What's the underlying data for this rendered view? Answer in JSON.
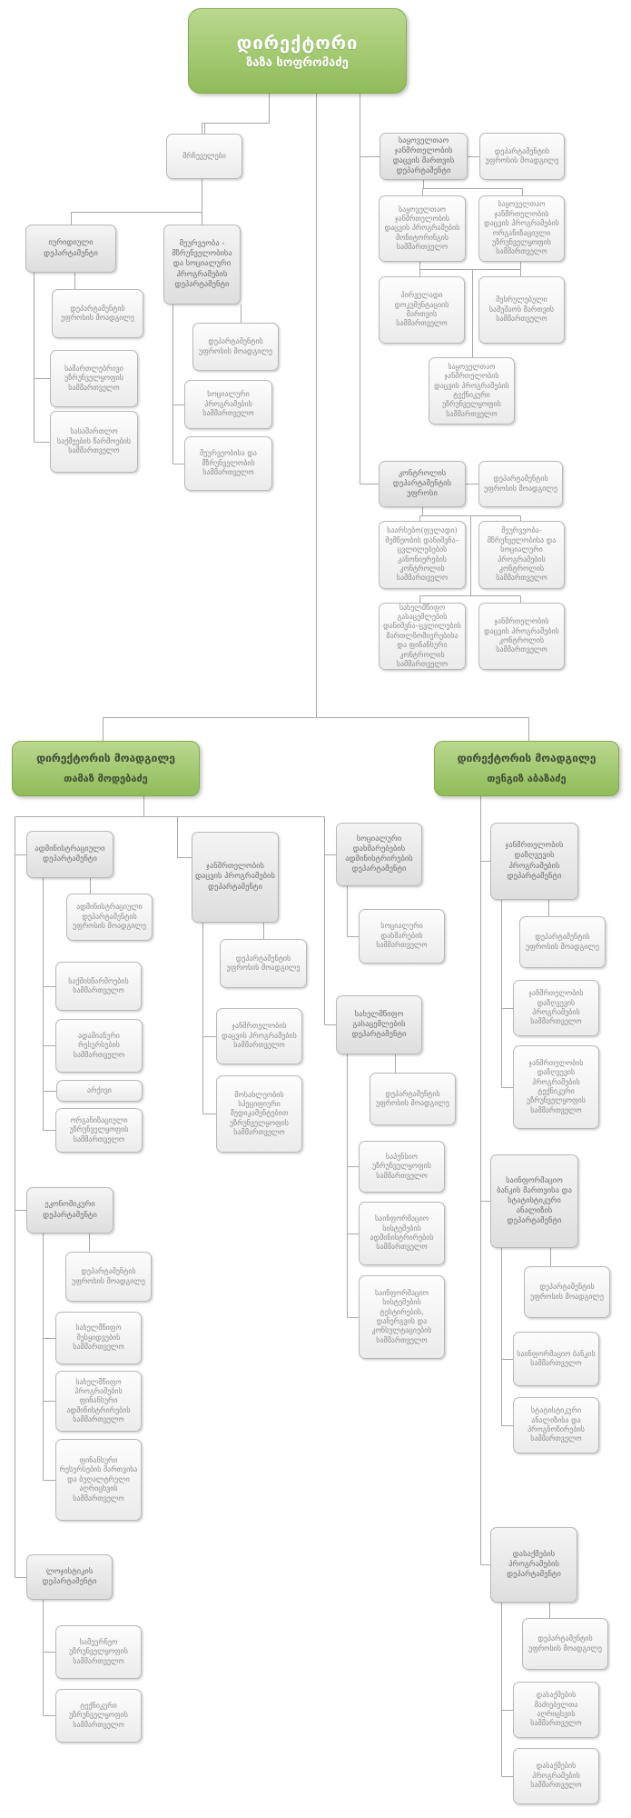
{
  "org_chart": {
    "director": {
      "title": "დირექტორი",
      "name": "ზაზა სოფრომაძე"
    },
    "deputy_left": {
      "title": "დირექტორის მოადგილე",
      "name": "თამაზ მოდებაძე"
    },
    "deputy_right": {
      "title": "დირექტორის მოადგილე",
      "name": "თენგიზ აბაზაძე"
    },
    "nodes": {
      "advisors": "მრჩეველები",
      "deputy_head": "დეპარტამენტის უფროსის მოადგილე",
      "legal_dept": "იურიდიული დეპარტამენტი",
      "legal_support": "სამართლებრივი უზრუნველყოფის სამმართველო",
      "court_cases": "სასამართლო საქმეების წარმოების სამმართველო",
      "guard_dept": "მეურვეობა - მზრუნველობისა და სოციალური პროგრამების დეპარტამენტი",
      "social_prog_div": "სოციალური პროგრამების სამმართველო",
      "guard_care_div": "მეურვეობისა და მზრუნველობის სამმართველო",
      "uhc_dept": "საყოველთაო ჯანმრთელობის დაცვის მართვის დეპარტამენტი",
      "uhc_monitoring": "საყოველთაო ჯანმრთელობის დაცვის პროგრამების მონიტორინგის სამმართველო",
      "uhc_org": "საყოველთაო ჯანმრთელობის დაცვის პროგრამების ორგანიზაციული უზრუნველყოფის სამმართველო",
      "primary_doc": "პირველადი დოკუმენტაციის მართვის სამმართველო",
      "completed_work": "შესრულებული სამუშაოს მართვის სამმართველო",
      "uhc_tech": "საყოველთაო ჯანმრთელობის დაცვის პროგრამების ტექნიკური უზრუნველყოფის სამმართველო",
      "control_head": "კონტროლის დეპარტამენტის უფროსი",
      "subsist_control": "საარსებო(ფულადი) შემწეობის დანიშვნა–ცვლილებების კანონიერების კონტროლის სამმართველო",
      "guard_control": "მეურვეობა-მზრუნველობისა და სოციალური პროგრამების კონტროლის სამმართველო",
      "benefits_control": "სახელმწიფო გასაცემლების დანიშვნა–ცვლილების მართლზომიერებისა და ფინანსური კონტროლის სამმართველო",
      "health_control": "ჯანმრთელობის დაცვის პროგრამების კონტროლის სამმართველო",
      "admin_dept": "ადმინისტრაციული დეპარტამენტი",
      "admin_deputy_head": "ადმინისტრაციული დეპარტამენტის უფროსის მოადგილე",
      "records_div": "საქმისწარმოების სამმართველო",
      "hr_div": "ადამიანური რესურსების სამმართველო",
      "archive": "არქივი",
      "org_support_div": "ორგანიზაციული უზრუნველყოფის სამმართველო",
      "econ_dept": "ეკონომიკური დეპარტამენტი",
      "procurement_div": "სახელმწიფო შესყიდვების სამმართველო",
      "state_fin_div": "სახელმწიფო პროგრამების ფინანსური ადმინისტრირების სამმართველო",
      "fin_res_div": "ფინანსური რესურსების მართვისა და ბუღალტრული აღრიცხვის სამმართველო",
      "logistics_dept": "ლოჯისტიკის დეპარტამენტი",
      "household_div": "სამეურნეო უზრუნველყოფის სამმართველო",
      "tech_support_div": "ტექნიკური უზრუნველყოფის სამმართველო",
      "health_prog_dept": "ჯანმრთელობის დაცვის პროგრამების დეპარტამენტი",
      "hp_div": "ჯანმრთელობის დაცვის პროგრამების სამმართველო",
      "meds_div": "მოსახლეობის სპეციფიური მედიკამენტებით უზრუნველყოფის სამმართველო",
      "soc_admin_dept": "სოციალური დახმარებების ადმინისტრირების დეპარტამენტი",
      "soc_help_div": "სოციალური დახმარების სამმართველო",
      "benefits_dept": "სახელმწიფო გასაცემლების დეპარტამენტი",
      "pension_div": "საპენსიო უზრუნველყოფის სამმართველო",
      "infosys_admin_div": "საინფორმაციო სისტემების ადმინისტრირების სამმართველო",
      "infosys_test_div": "საინფორმაციო სისტემების ტესტირების, დანერგვის და კონსულტაციების სამმართველო",
      "health_ins_dept": "ჯანმრთელობის დაზღვევის პროგრამების დეპარტამენტი",
      "hi_div": "ჯანმრთელობის დაზღვევის პროგრამების სამმართველო",
      "hi_tech_div": "ჯანმრთელობის დაზღვევის პროგრამების ტექნიკური უზრუნველყოფის სამმართველო",
      "info_bank_dept": "საინფორმაციო ბანკის მართვისა და სტატისტიკური ანალიზის დეპარტამენტი",
      "info_bank_div": "საინფორმაციო ბანკის სამმართველო",
      "stats_div": "სტატისტიკური ანალიზისა და პროგნოზირების სამმართველო",
      "employment_dept": "დასაქმების პროგრამების დეპარტამენტი",
      "jobseekers_div": "დასაქმების მაძიებელთა აღრიცხვის სამმართველო",
      "emp_prog_div": "დასაქმების პროგრამების სამმართველო"
    }
  },
  "colors": {
    "background": "#ffffff",
    "green_top": "#bad88f",
    "green_bottom": "#8fbc59",
    "green_border": "#85a94f",
    "green_text": "#ffffff",
    "deputy_text": "#3e4a34",
    "box_bg_top": "#fdfdfd",
    "box_bg_bottom": "#ebebeb",
    "dept_bg_top": "#f4f4f4",
    "dept_bg_bottom": "#dedede",
    "border": "#b8b8b8",
    "text": "#8c8c8c",
    "dept_text": "#6d6d6d",
    "connector": "#a8a8a8"
  }
}
